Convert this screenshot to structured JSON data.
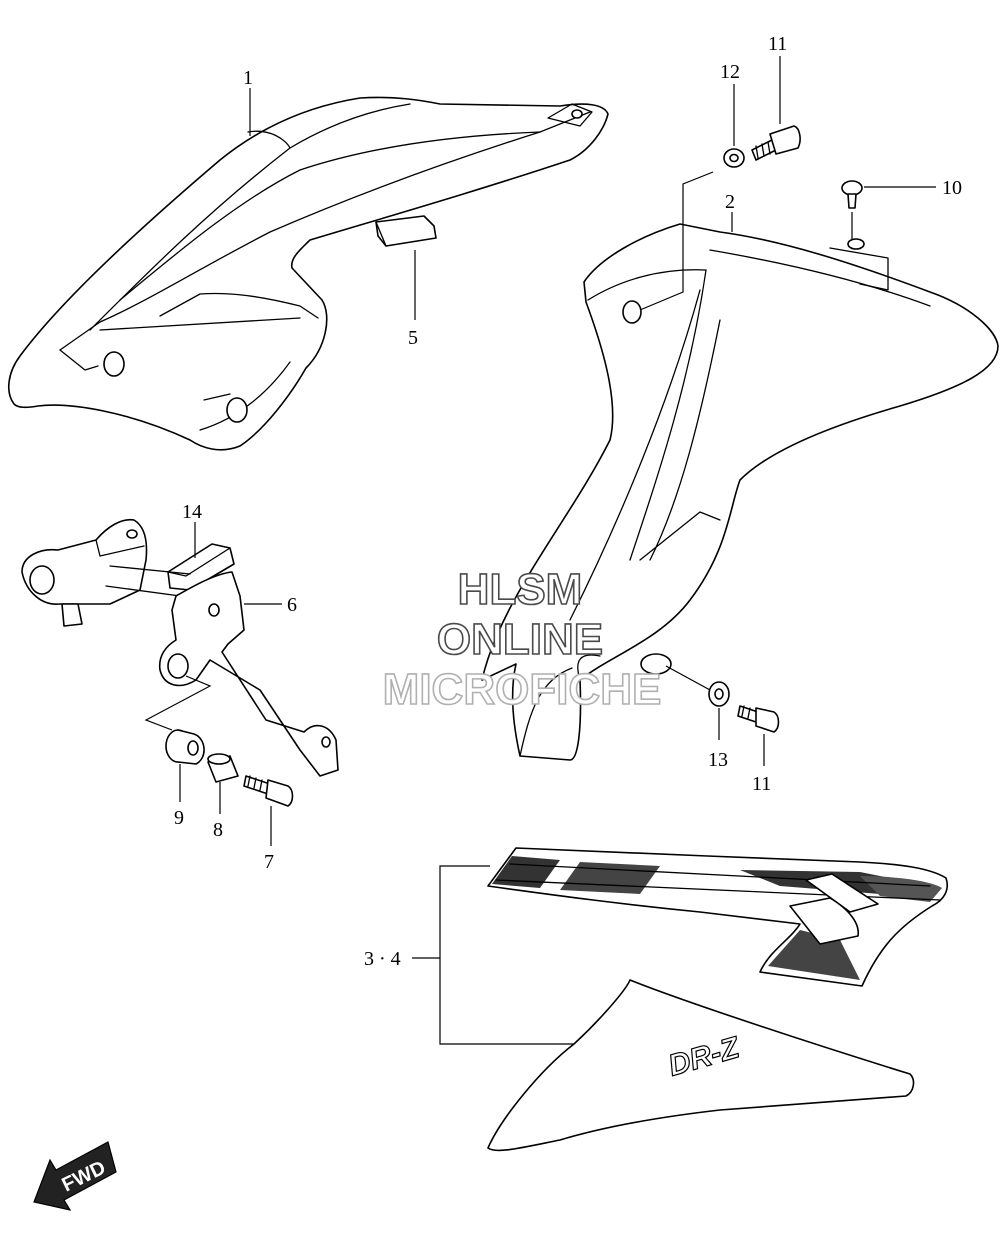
{
  "callouts": {
    "c1": "1",
    "c2": "2",
    "c34": "3 · 4",
    "c5": "5",
    "c6": "6",
    "c7": "7",
    "c8": "8",
    "c9": "9",
    "c10": "10",
    "c11_top": "11",
    "c11_bottom": "11",
    "c12": "12",
    "c13": "13",
    "c14": "14"
  },
  "watermark": {
    "line1": "HLSM",
    "line2": "ONLINE",
    "line3": "MICROFICHE"
  },
  "fwd_label": "FWD",
  "decal_text": "DR-Z"
}
